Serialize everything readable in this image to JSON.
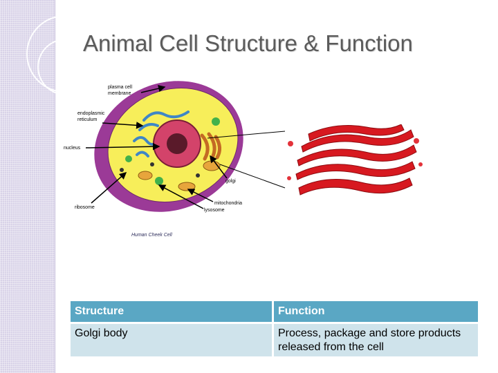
{
  "slide": {
    "title": "Animal Cell Structure & Function"
  },
  "diagram": {
    "labels": {
      "plasma_membrane_1": "plasma cell",
      "plasma_membrane_2": "membrane",
      "er_1": "endoplasmic",
      "er_2": "reticulum",
      "nucleus": "nucleus",
      "golgi": "golgi",
      "mitochondria": "mitochondria",
      "lysosome": "lysosome",
      "ribosome": "ribosome",
      "caption": "Human Cheek Cell"
    },
    "colors": {
      "membrane": "#9b3a97",
      "cytoplasm": "#f7ee5a",
      "nucleus": "#d3436a",
      "golgi": "#e01f26"
    }
  },
  "table": {
    "headers": [
      "Structure",
      "Function"
    ],
    "rows": [
      [
        "Golgi body",
        "Process, package and store products released from the cell"
      ]
    ]
  }
}
